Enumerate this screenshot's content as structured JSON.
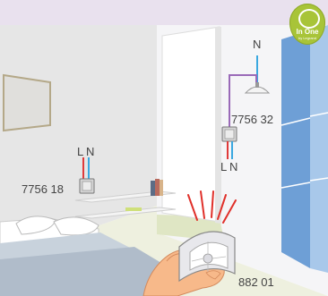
{
  "labels": {
    "ceiling_neutral": "N",
    "bedside_L": "L",
    "bedside_N": "N",
    "bedside_module": "7756 18",
    "wall_module": "7756 32",
    "wall_L": "L",
    "wall_N": "N",
    "remote_module": "882 01"
  },
  "logo": {
    "brand": "In One",
    "tagline": "by Legrand",
    "color": "#a8c438"
  },
  "colors": {
    "phase_wire": "#e03a3a",
    "neutral_wire": "#3aa8e0",
    "control_wire": "#9a6ab8",
    "signal_lines": "#e0302a",
    "wardrobe": "#6e9fd6"
  }
}
